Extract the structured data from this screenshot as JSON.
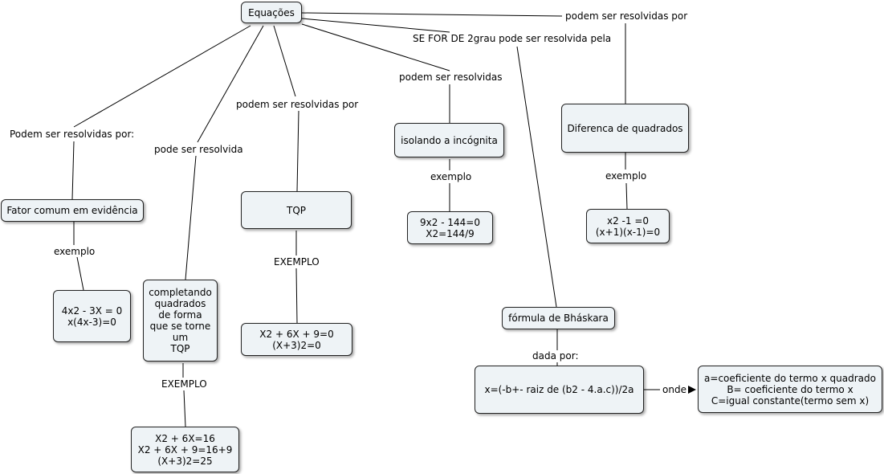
{
  "concepts": {
    "equacoes": "Equações",
    "fator_comum": "Fator comum em evidência",
    "fator_exemplo": [
      "4x2 - 3X = 0",
      "x(4x-3)=0"
    ],
    "completando": [
      "completando",
      "quadrados",
      "de forma",
      "que se torne",
      "um",
      "TQP"
    ],
    "completando_exemplo": [
      "X2 + 6X=16",
      "X2 + 6X + 9=16+9",
      "(X+3)2=25"
    ],
    "tqp": "TQP",
    "tqp_exemplo": [
      "X2 + 6X + 9=0",
      "(X+3)2=0"
    ],
    "isolando": "isolando a incógnita",
    "isolando_exemplo": [
      "9x2 - 144=0",
      "X2=144/9"
    ],
    "diferenca": "Diferenca de quadrados",
    "diferenca_exemplo": [
      "x2 -1 =0",
      "(x+1)(x-1)=0"
    ],
    "bhaskara": "fórmula de Bháskara",
    "formula": "x=(-b+- raiz de (b2 - 4.a.c))/2a",
    "coeficientes": [
      "a=coeficiente do termo x quadrado",
      "B= coeficiente do termo x",
      "C=igual constante(termo sem x)"
    ]
  },
  "links": {
    "podem_resolvidas_por_colon": "Podem ser resolvidas por:",
    "pode_ser_resolvida": "pode ser resolvida",
    "podem_resolvidas_por": "podem ser resolvidas por",
    "podem_resolvidas": "podem ser resolvidas",
    "se_for_2grau": "SE FOR DE 2grau pode ser resolvida pela",
    "podem_resolvidas_por_right": "podem ser resolvidas por",
    "exemplo_1": "exemplo",
    "exemplo_2": "EXEMPLO",
    "exemplo_3": "EXEMPLO",
    "exemplo_4": "exemplo",
    "exemplo_5": "exemplo",
    "dada_por": "dada por:",
    "onde": "onde"
  },
  "colors": {
    "node_fill": "#eef3f6",
    "node_border": "#222222",
    "line": "#000000"
  }
}
